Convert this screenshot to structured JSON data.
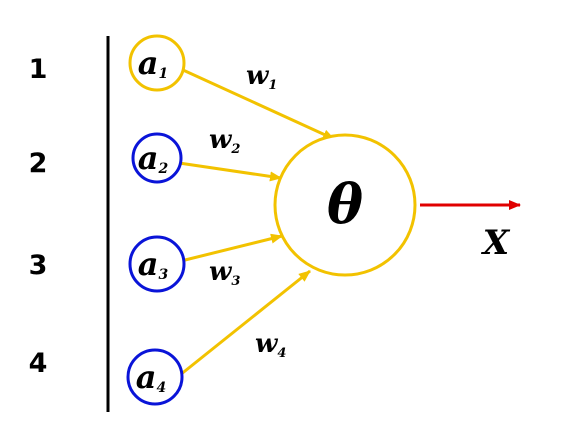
{
  "colors": {
    "background": "#ffffff",
    "text": "#000000",
    "divider": "#000000",
    "input_active": "#f2c200",
    "input_inactive": "#0a14d8",
    "arrow": "#f2c200",
    "neuron_stroke": "#f2c200",
    "output_arrow": "#e00000"
  },
  "rows": [
    {
      "number": "1"
    },
    {
      "number": "2"
    },
    {
      "number": "3"
    },
    {
      "number": "4"
    }
  ],
  "inputs": [
    {
      "label": "a",
      "subscript": "1",
      "state": "active"
    },
    {
      "label": "a",
      "subscript": "2",
      "state": "inactive"
    },
    {
      "label": "a",
      "subscript": "3",
      "state": "inactive"
    },
    {
      "label": "a",
      "subscript": "4",
      "state": "inactive"
    }
  ],
  "weights": [
    {
      "label": "w",
      "subscript": "1"
    },
    {
      "label": "w",
      "subscript": "2"
    },
    {
      "label": "w",
      "subscript": "3"
    },
    {
      "label": "w",
      "subscript": "4"
    }
  ],
  "neuron": {
    "label": "θ"
  },
  "output": {
    "label": "X"
  }
}
